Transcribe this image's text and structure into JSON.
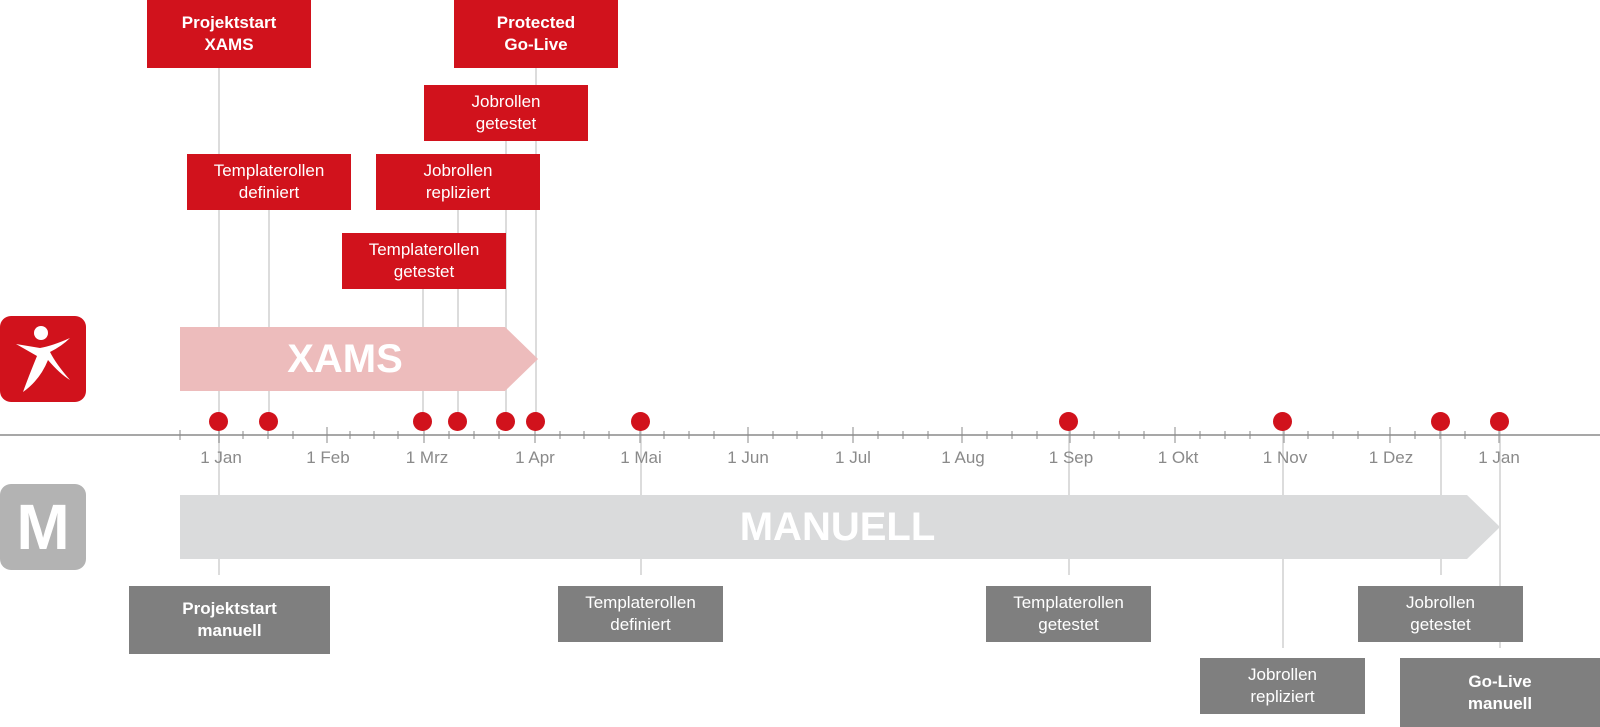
{
  "xams": {
    "label": "XAMS",
    "milestones": [
      {
        "line1": "Projektstart",
        "line2": "XAMS",
        "bold": true
      },
      {
        "line1": "Protected",
        "line2": "Go-Live",
        "bold": true
      },
      {
        "line1": "Jobrollen",
        "line2": "getestet",
        "bold": false
      },
      {
        "line1": "Templaterollen",
        "line2": "definiert",
        "bold": false
      },
      {
        "line1": "Jobrollen",
        "line2": "repliziert",
        "bold": false
      },
      {
        "line1": "Templaterollen",
        "line2": "getestet",
        "bold": false
      }
    ]
  },
  "manuell": {
    "label": "MANUELL",
    "logo_letter": "M",
    "milestones": [
      {
        "line1": "Projektstart",
        "line2": "manuell",
        "bold": true
      },
      {
        "line1": "Templaterollen",
        "line2": "definiert",
        "bold": false
      },
      {
        "line1": "Templaterollen",
        "line2": "getestet",
        "bold": false
      },
      {
        "line1": "Jobrollen",
        "line2": "getestet",
        "bold": false
      },
      {
        "line1": "Jobrollen",
        "line2": "repliziert",
        "bold": false
      },
      {
        "line1": "Go-Live",
        "line2": "manuell",
        "bold": true
      }
    ]
  },
  "axis": {
    "months": [
      "1 Jan",
      "1 Feb",
      "1 Mrz",
      "1 Apr",
      "1 Mai",
      "1 Jun",
      "1 Jul",
      "1 Aug",
      "1 Sep",
      "1 Okt",
      "1 Nov",
      "1 Dez",
      "1 Jan"
    ]
  },
  "colors": {
    "xams_red": "#d1121c",
    "xams_arrow": "#edbcbc",
    "manuell_gray": "#7f7f7f",
    "manuell_arrow": "#dadbdc",
    "logo_gray": "#b3b3b3",
    "axis": "#8a8a8a"
  }
}
